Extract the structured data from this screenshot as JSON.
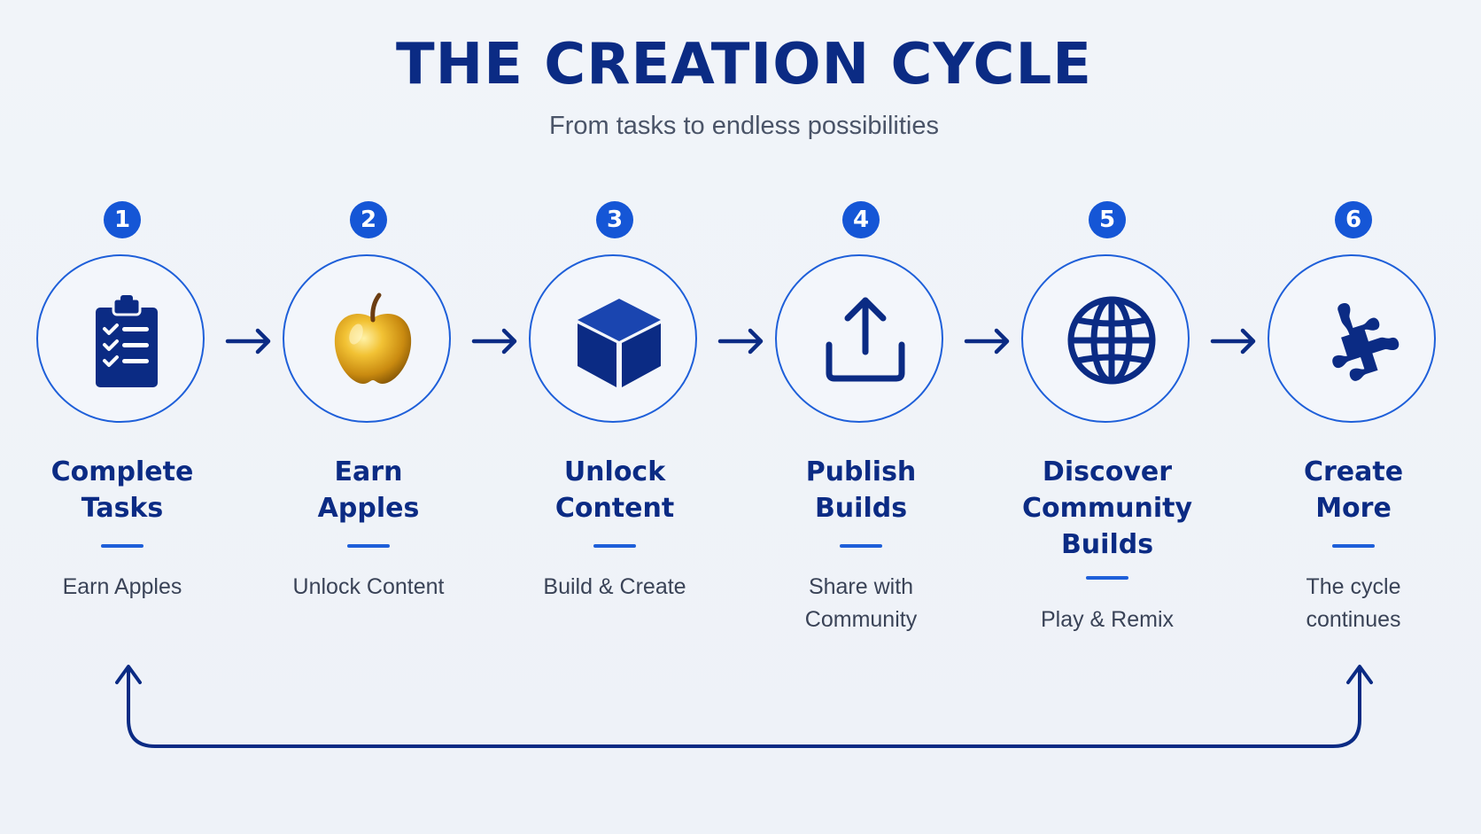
{
  "title": "THE CREATION CYCLE",
  "subtitle": "From tasks to endless possibilities",
  "steps": [
    {
      "number": "1",
      "title": "Complete\nTasks",
      "description": "Earn Apples",
      "icon": "clipboard-checklist-icon"
    },
    {
      "number": "2",
      "title": "Earn\nApples",
      "description": "Unlock Content",
      "icon": "golden-apple-icon"
    },
    {
      "number": "3",
      "title": "Unlock\nContent",
      "description": "Build & Create",
      "icon": "cube-icon"
    },
    {
      "number": "4",
      "title": "Publish\nBuilds",
      "description": "Share with\nCommunity",
      "icon": "upload-icon"
    },
    {
      "number": "5",
      "title": "Discover\nCommunity\nBuilds",
      "description": "Play & Remix",
      "icon": "globe-icon"
    },
    {
      "number": "6",
      "title": "Create\nMore",
      "description": "The cycle\ncontinues",
      "icon": "puzzle-piece-icon"
    }
  ],
  "colors": {
    "primary_navy": "#0b2b84",
    "accent_blue": "#1e5fd9",
    "badge_blue": "#1556d6",
    "apple_gold": "#d9a21b",
    "background": "#eef2f8"
  }
}
